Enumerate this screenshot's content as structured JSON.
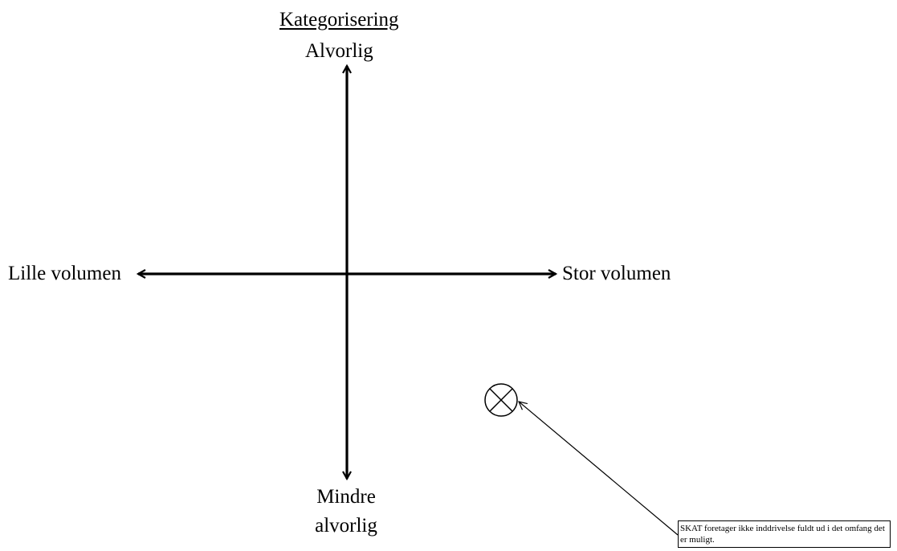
{
  "diagram": {
    "title": "Kategorisering",
    "axes": {
      "top": "Alvorlig",
      "bottom": "Mindre alvorlig",
      "left": "Lille volumen",
      "right": "Stor volumen"
    },
    "marker": {
      "icon": "circle-x-icon"
    },
    "note": {
      "text": "SKAT foretager ikke inddrivelse fuldt ud i det omfang det er muligt."
    },
    "colors": {
      "stroke": "#000000",
      "background": "#ffffff"
    }
  }
}
